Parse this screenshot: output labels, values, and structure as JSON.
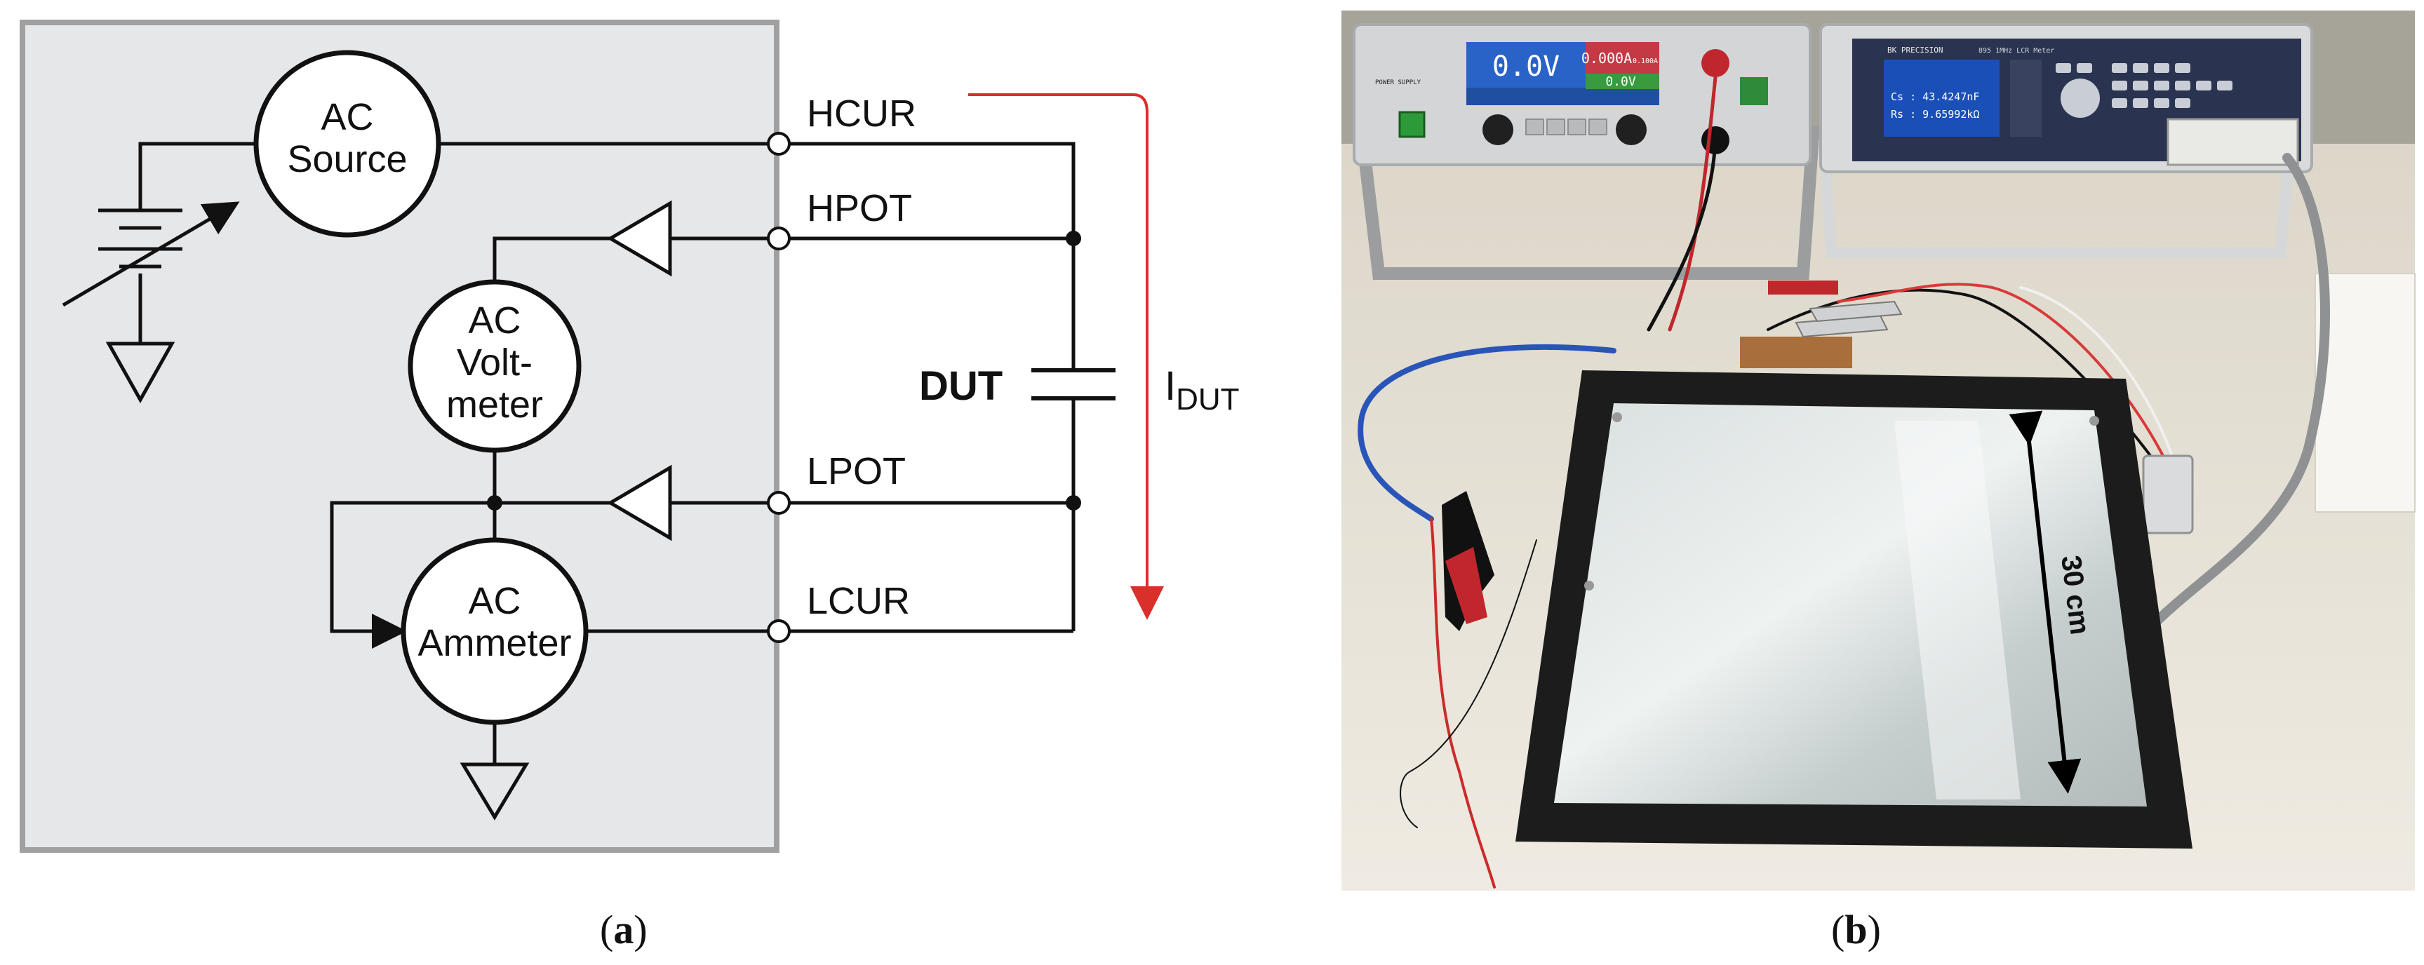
{
  "panel_a": {
    "caption_letter": "a",
    "ac_source": {
      "line1": "AC",
      "line2": "Source"
    },
    "ac_voltmeter": {
      "line1": "AC",
      "line2": "Volt-",
      "line3": "meter"
    },
    "ac_ammeter": {
      "line1": "AC",
      "line2": "Ammeter"
    },
    "terminals": {
      "hcur": "HCUR",
      "hpot": "HPOT",
      "lpot": "LPOT",
      "lcur": "LCUR"
    },
    "dut_label": "DUT",
    "current_label_main": "I",
    "current_label_sub": "DUT",
    "colors": {
      "box_fill": "#e6e7e9",
      "box_stroke": "#a0a0a0",
      "arrow": "#d9302b",
      "wire": "#111111"
    }
  },
  "panel_b": {
    "caption_letter": "b",
    "scale_label": "30 cm",
    "power_supply": {
      "voltage": "0.0V",
      "current": "0.000A",
      "current_limit": "0.100A",
      "voltage_set": "0.0V",
      "label": "POWER SUPPLY"
    },
    "lcr_meter": {
      "brand": "BK PRECISION",
      "model": "895 1MHz LCR Meter",
      "cs_line": "Cs : 43.4247nF",
      "rs_line": "Rs : 9.65992kΩ"
    },
    "colors": {
      "bench": "#e9e4d8",
      "glass_frame": "#1a1a1a",
      "glass": "#c7d0cf",
      "instrument": "#cfd1d3"
    }
  }
}
